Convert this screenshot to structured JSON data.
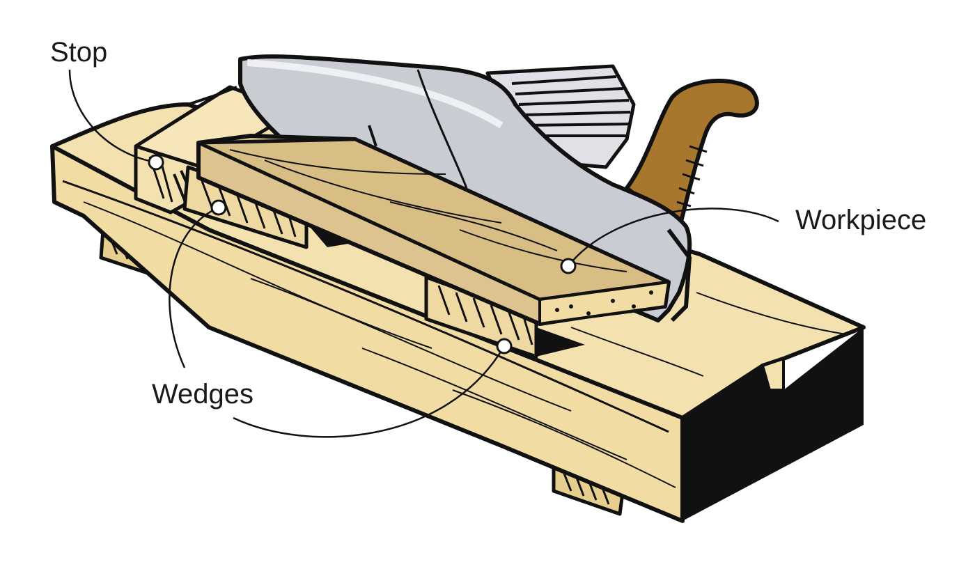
{
  "labels": {
    "stop": "Stop",
    "workpiece": "Workpiece",
    "wedges": "Wedges"
  },
  "colors": {
    "board": "#f3e2b0",
    "board_dark": "#e6cf8e",
    "workpiece": "#d8bd85",
    "workpiece_top": "#dcc38f",
    "plane_body": "#c9ccd3",
    "plane_highlight": "#dfe1e6",
    "handle": "#a8772e",
    "outline": "#111111",
    "end_grain": "#111111"
  },
  "icons": [
    "shooting-board-illustration",
    "hand-plane-icon"
  ]
}
